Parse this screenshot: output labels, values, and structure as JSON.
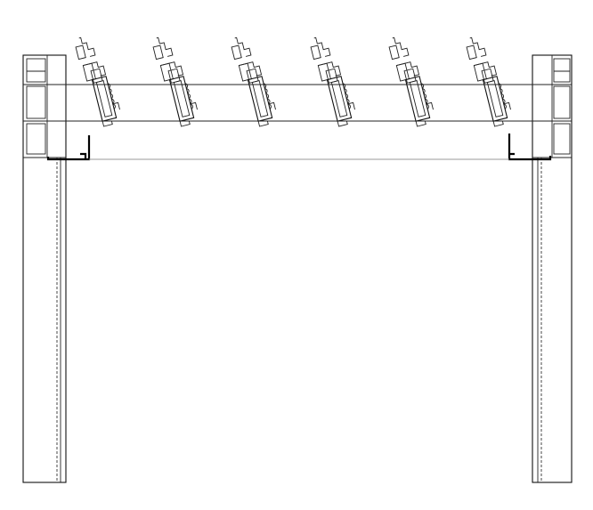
{
  "drawing": {
    "type": "cad-section",
    "content": "louvre-blade-section",
    "blade_count": 6,
    "line_color": "#000000",
    "background": "#ffffff"
  }
}
